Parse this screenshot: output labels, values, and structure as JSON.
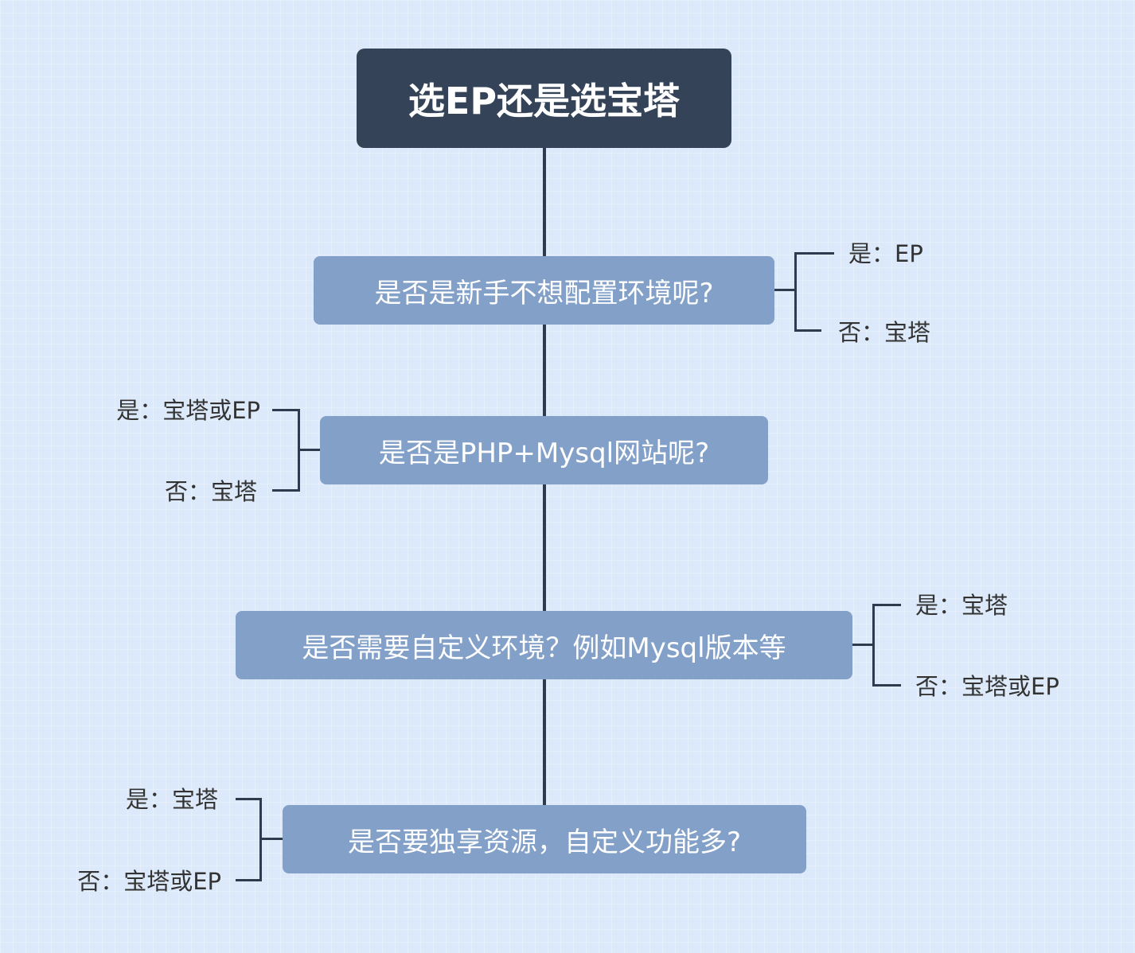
{
  "title": "选EP还是选宝塔",
  "questions": [
    {
      "text": "是否是新手不想配置环境呢?",
      "yes": "是：EP",
      "no": "否：宝塔"
    },
    {
      "text": "是否是PHP+Mysql网站呢?",
      "yes": "是：宝塔或EP",
      "no": "否：宝塔"
    },
    {
      "text": "是否需要自定义环境？例如Mysql版本等",
      "yes": "是：宝塔",
      "no": "否：宝塔或EP"
    },
    {
      "text": "是否要独享资源，自定义功能多?",
      "yes": "是：宝塔",
      "no": "否：宝塔或EP"
    }
  ],
  "colors": {
    "title_bg": "#344358",
    "question_bg": "#82a0c8",
    "line": "#2e3a4e",
    "background": "#dce9fa"
  }
}
